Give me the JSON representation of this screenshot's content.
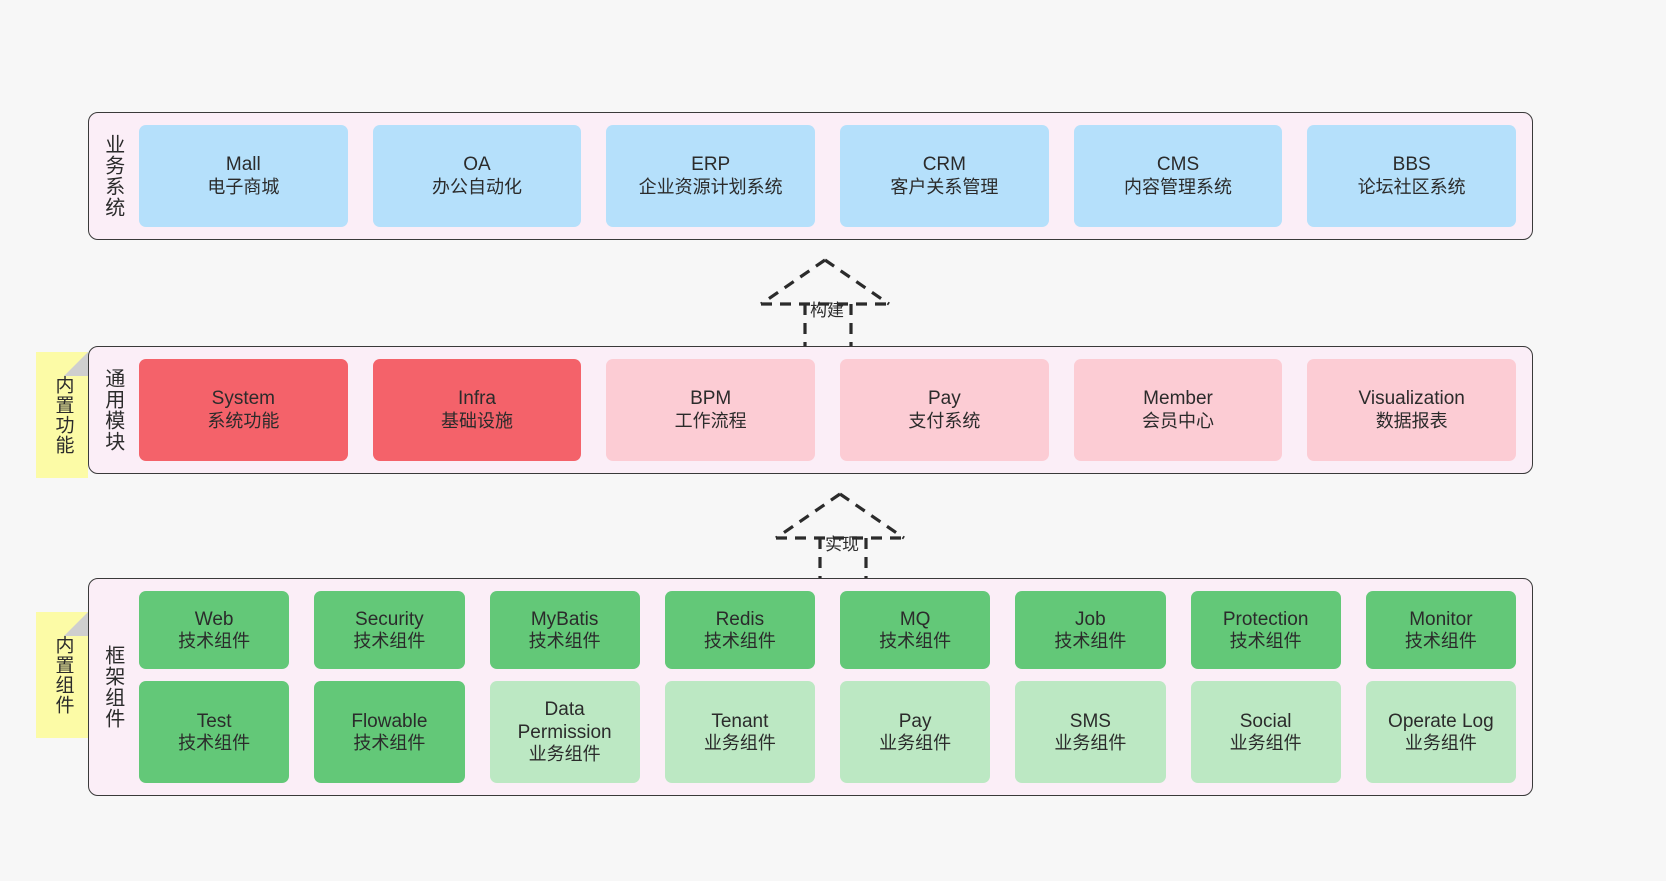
{
  "layers": [
    {
      "id": "business-systems",
      "label": "业务系统",
      "rows": [
        {
          "cards": [
            {
              "title": "Mall",
              "subtitle": "电子商城",
              "color": "#b5e0fb",
              "style": "c-blue"
            },
            {
              "title": "OA",
              "subtitle": "办公自动化",
              "color": "#b5e0fb",
              "style": "c-blue"
            },
            {
              "title": "ERP",
              "subtitle": "企业资源计划系统",
              "color": "#b5e0fb",
              "style": "c-blue"
            },
            {
              "title": "CRM",
              "subtitle": "客户关系管理",
              "color": "#b5e0fb",
              "style": "c-blue"
            },
            {
              "title": "CMS",
              "subtitle": "内容管理系统",
              "color": "#b5e0fb",
              "style": "c-blue"
            },
            {
              "title": "BBS",
              "subtitle": "论坛社区系统",
              "color": "#b5e0fb",
              "style": "c-blue"
            }
          ]
        }
      ]
    },
    {
      "id": "common-modules",
      "label": "通用模块",
      "note": "内置功能",
      "rows": [
        {
          "cards": [
            {
              "title": "System",
              "subtitle": "系统功能",
              "color": "#f4626a",
              "style": "c-red"
            },
            {
              "title": "Infra",
              "subtitle": "基础设施",
              "color": "#f4626a",
              "style": "c-red"
            },
            {
              "title": "BPM",
              "subtitle": "工作流程",
              "color": "#fcccd4",
              "style": "c-pink"
            },
            {
              "title": "Pay",
              "subtitle": "支付系统",
              "color": "#fcccd4",
              "style": "c-pink"
            },
            {
              "title": "Member",
              "subtitle": "会员中心",
              "color": "#fcccd4",
              "style": "c-pink"
            },
            {
              "title": "Visualization",
              "subtitle": "数据报表",
              "color": "#fcccd4",
              "style": "c-pink"
            }
          ]
        }
      ]
    },
    {
      "id": "framework-components",
      "label": "框架组件",
      "note": "内置组件",
      "rows": [
        {
          "cards": [
            {
              "title": "Web",
              "subtitle": "技术组件",
              "color": "#63c878",
              "style": "c-green"
            },
            {
              "title": "Security",
              "subtitle": "技术组件",
              "color": "#63c878",
              "style": "c-green"
            },
            {
              "title": "MyBatis",
              "subtitle": "技术组件",
              "color": "#63c878",
              "style": "c-green"
            },
            {
              "title": "Redis",
              "subtitle": "技术组件",
              "color": "#63c878",
              "style": "c-green"
            },
            {
              "title": "MQ",
              "subtitle": "技术组件",
              "color": "#63c878",
              "style": "c-green"
            },
            {
              "title": "Job",
              "subtitle": "技术组件",
              "color": "#63c878",
              "style": "c-green"
            },
            {
              "title": "Protection",
              "subtitle": "技术组件",
              "color": "#63c878",
              "style": "c-green"
            },
            {
              "title": "Monitor",
              "subtitle": "技术组件",
              "color": "#63c878",
              "style": "c-green"
            }
          ]
        },
        {
          "cards": [
            {
              "title": "Test",
              "subtitle": "技术组件",
              "color": "#63c878",
              "style": "c-green"
            },
            {
              "title": "Flowable",
              "subtitle": "技术组件",
              "color": "#63c878",
              "style": "c-green"
            },
            {
              "title": "Data Permission",
              "subtitle": "业务组件",
              "color": "#bce8c3",
              "style": "c-greenlight"
            },
            {
              "title": "Tenant",
              "subtitle": "业务组件",
              "color": "#bce8c3",
              "style": "c-greenlight"
            },
            {
              "title": "Pay",
              "subtitle": "业务组件",
              "color": "#bce8c3",
              "style": "c-greenlight"
            },
            {
              "title": "SMS",
              "subtitle": "业务组件",
              "color": "#bce8c3",
              "style": "c-greenlight"
            },
            {
              "title": "Social",
              "subtitle": "业务组件",
              "color": "#bce8c3",
              "style": "c-greenlight"
            },
            {
              "title": "Operate Log",
              "subtitle": "业务组件",
              "color": "#bce8c3",
              "style": "c-greenlight"
            }
          ]
        }
      ]
    }
  ],
  "connectors": [
    {
      "id": "build",
      "label": "构建"
    },
    {
      "id": "implement",
      "label": "实现"
    }
  ],
  "colors": {
    "background": "#f7f7f7",
    "band_fill": "#fbeef7",
    "band_border": "#3a3a3a",
    "note_fill": "#fcfba6",
    "note_fold": "#cfcfcf",
    "connector_stroke": "#2b2b2b"
  }
}
